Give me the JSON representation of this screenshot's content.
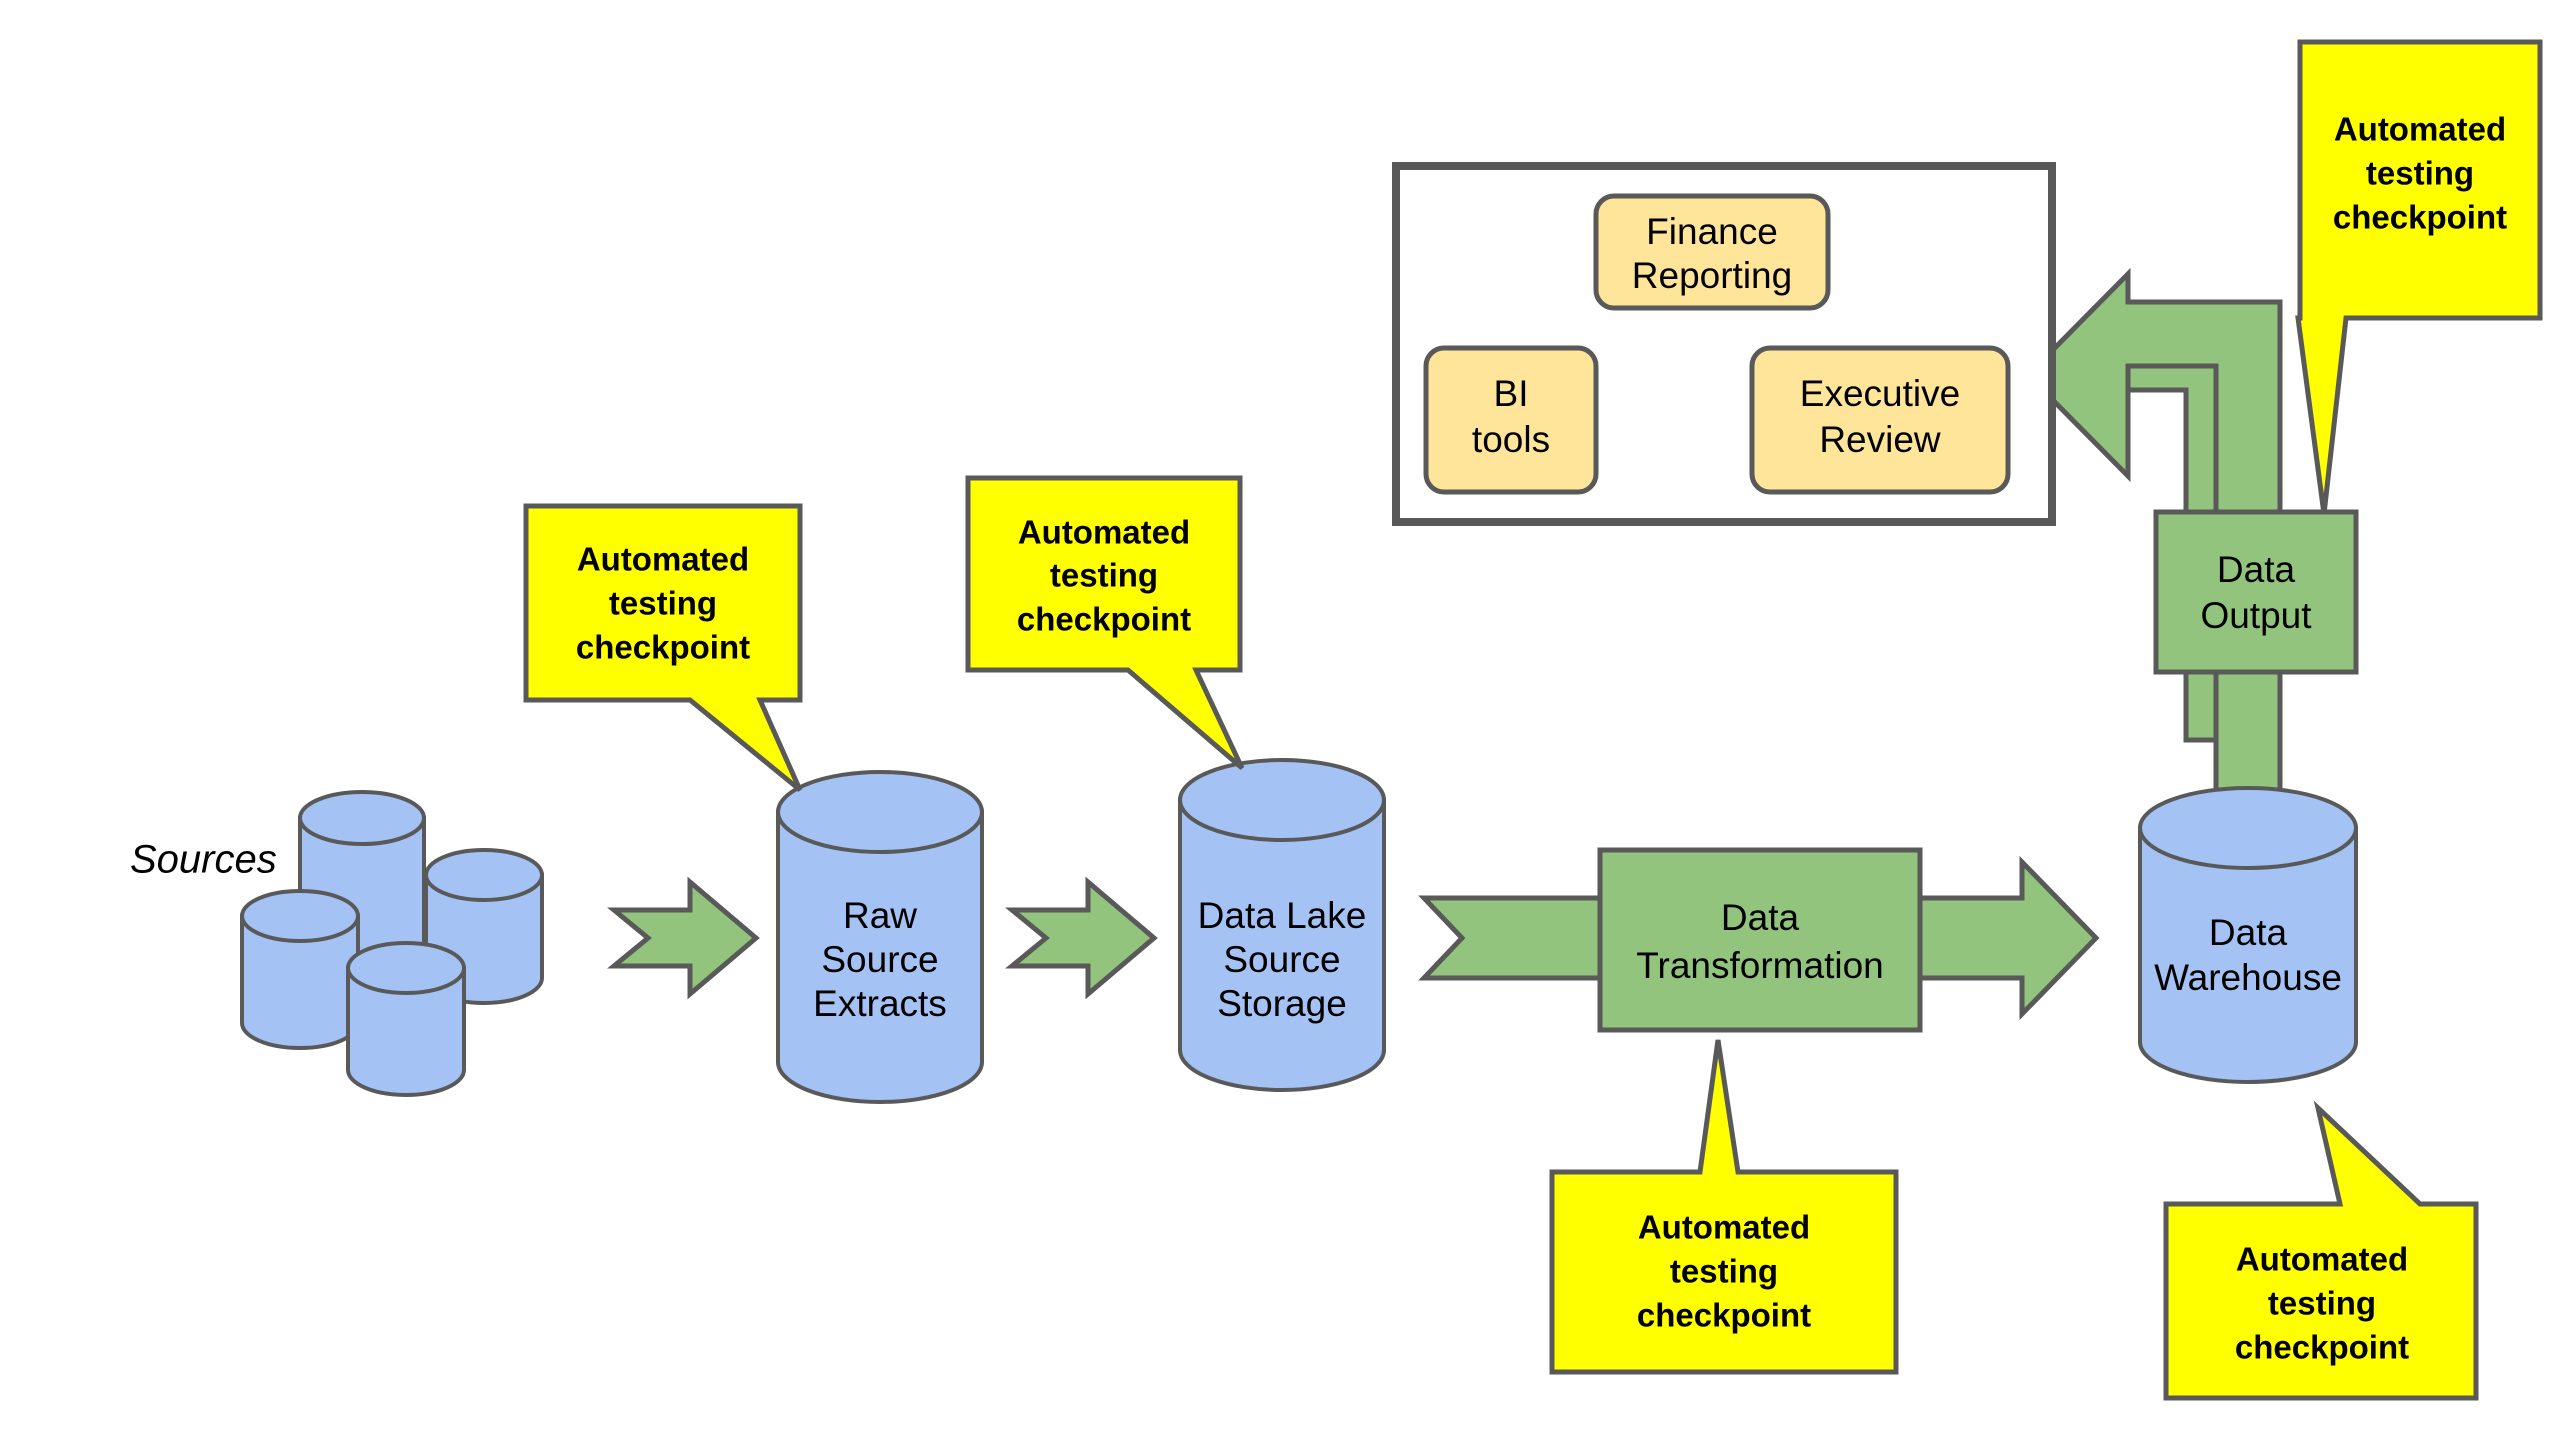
{
  "diagram": {
    "title_label": "Sources",
    "colors": {
      "cylinder_fill": "#a4c2f4",
      "process_green": "#93c47d",
      "callout_yellow": "#ffff00",
      "consumer_tan": "#ffe599",
      "stroke": "#595959",
      "text": "#000000",
      "background": "#ffffff"
    },
    "sources": {
      "label": "Sources",
      "cylinder_count": 4
    },
    "stages": [
      {
        "id": "raw-source-extracts",
        "label": "Raw\nSource\nExtracts",
        "lines": [
          "Raw",
          "Source",
          "Extracts"
        ],
        "shape": "cylinder"
      },
      {
        "id": "data-lake-source-storage",
        "label": "Data Lake\nSource\nStorage",
        "lines": [
          "Data Lake",
          "Source",
          "Storage"
        ],
        "shape": "cylinder"
      },
      {
        "id": "data-transformation",
        "label": "Data\nTransformation",
        "lines": [
          "Data",
          "Transformation"
        ],
        "shape": "process-box"
      },
      {
        "id": "data-warehouse",
        "label": "Data\nWarehouse",
        "lines": [
          "Data",
          "Warehouse"
        ],
        "shape": "cylinder"
      },
      {
        "id": "data-output",
        "label": "Data\nOutput",
        "lines": [
          "Data",
          "Output"
        ],
        "shape": "process-box"
      }
    ],
    "consumers": {
      "container_label": "",
      "items": [
        {
          "id": "finance-reporting",
          "lines": [
            "Finance",
            "Reporting"
          ]
        },
        {
          "id": "bi-tools",
          "lines": [
            "BI",
            "tools"
          ]
        },
        {
          "id": "executive-review",
          "lines": [
            "Executive",
            "Review"
          ]
        }
      ]
    },
    "checkpoints": [
      {
        "id": "checkpoint-raw-source-extracts",
        "lines": [
          "Automated",
          "testing",
          "checkpoint"
        ],
        "points_to": "raw-source-extracts"
      },
      {
        "id": "checkpoint-data-lake",
        "lines": [
          "Automated",
          "testing",
          "checkpoint"
        ],
        "points_to": "data-lake-source-storage"
      },
      {
        "id": "checkpoint-data-transformation",
        "lines": [
          "Automated",
          "testing",
          "checkpoint"
        ],
        "points_to": "data-transformation"
      },
      {
        "id": "checkpoint-data-warehouse",
        "lines": [
          "Automated",
          "testing",
          "checkpoint"
        ],
        "points_to": "data-warehouse"
      },
      {
        "id": "checkpoint-data-output",
        "lines": [
          "Automated",
          "testing",
          "checkpoint"
        ],
        "points_to": "data-output"
      }
    ],
    "flow_arrows": [
      {
        "id": "arrow-sources-to-raw",
        "direction": "right"
      },
      {
        "id": "arrow-raw-to-lake",
        "direction": "right"
      },
      {
        "id": "arrow-lake-to-transformation",
        "direction": "right"
      },
      {
        "id": "arrow-transformation-to-warehouse",
        "direction": "right"
      },
      {
        "id": "arrow-warehouse-to-consumers",
        "direction": "up-left-elbow"
      }
    ]
  }
}
